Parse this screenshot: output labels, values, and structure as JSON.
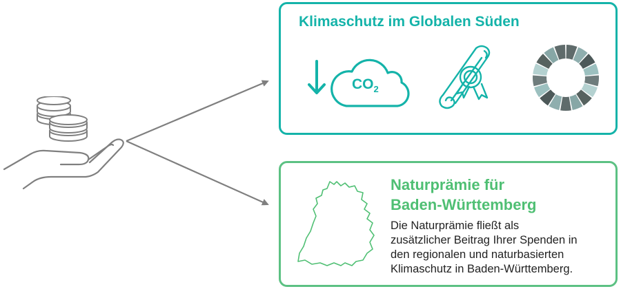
{
  "climate_box": {
    "title": "Klimaschutz im Globalen Süden",
    "co2_label": "CO",
    "co2_subscript": "2",
    "accent_color": "#14b3a9",
    "icons": [
      "arrow-down-icon",
      "co2-cloud-icon",
      "certificate-icon",
      "sdg-wheel-icon"
    ]
  },
  "nature_box": {
    "title_lines": [
      "Naturprämie für",
      "Baden-Württemberg"
    ],
    "body_lines": [
      "Die Naturprämie fließt als",
      "zusätzlicher Beitrag Ihrer Spenden in",
      "den regionalen und naturbasierten",
      "Klimaschutz in Baden-Württemberg."
    ],
    "accent_color": "#4fbf73",
    "icons": [
      "baden-wuerttemberg-map-icon"
    ]
  },
  "donation": {
    "icons": [
      "coins-icon",
      "open-hand-icon"
    ],
    "line_color": "#7f7f7f"
  }
}
